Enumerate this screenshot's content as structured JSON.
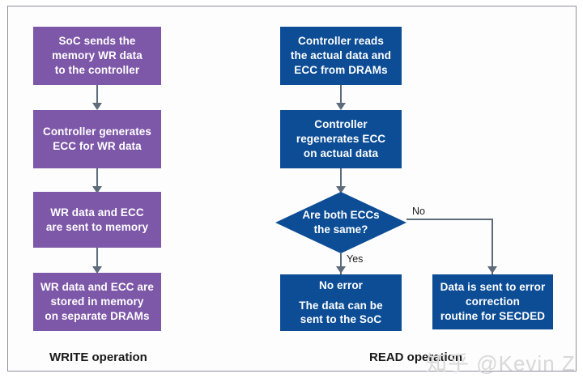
{
  "diagram": {
    "title": "ECC memory WRITE and READ operation flowchart",
    "colors": {
      "write_node": "#7d57a8",
      "read_node": "#0c4d96",
      "connector": "#5e6b7a",
      "border": "#8e8fa0",
      "background": "#fdfdfd",
      "node_text": "#ffffff",
      "label_text": "#1a1a1a",
      "watermark": "#d8d8d8"
    },
    "write_flow": {
      "section_label": "WRITE operation",
      "nodes": [
        {
          "id": "w1",
          "lines": [
            "SoC sends the",
            "memory WR data",
            "to the controller"
          ]
        },
        {
          "id": "w2",
          "lines": [
            "Controller generates",
            "ECC for WR data"
          ]
        },
        {
          "id": "w3",
          "lines": [
            "WR data and ECC",
            "are sent to memory"
          ]
        },
        {
          "id": "w4",
          "lines": [
            "WR data and ECC are",
            "stored in memory",
            "on separate DRAMs"
          ]
        }
      ]
    },
    "read_flow": {
      "section_label": "READ operation",
      "nodes": [
        {
          "id": "r1",
          "lines": [
            "Controller reads",
            "the actual data and",
            "ECC from DRAMs"
          ]
        },
        {
          "id": "r2",
          "lines": [
            "Controller",
            "regenerates ECC",
            "on actual data"
          ]
        }
      ],
      "decision": {
        "id": "d1",
        "lines": [
          "Are both ECCs",
          "the same?"
        ],
        "branch_yes": "Yes",
        "branch_no": "No"
      },
      "outcomes": [
        {
          "id": "o1",
          "lines": [
            "No error"
          ],
          "lines2": [
            "The data can be",
            "sent to the SoC"
          ]
        },
        {
          "id": "o2",
          "lines": [
            "Data is sent to error",
            "correction",
            "routine for SECDED"
          ]
        }
      ]
    },
    "watermark": "知乎 @Kevin Z"
  }
}
